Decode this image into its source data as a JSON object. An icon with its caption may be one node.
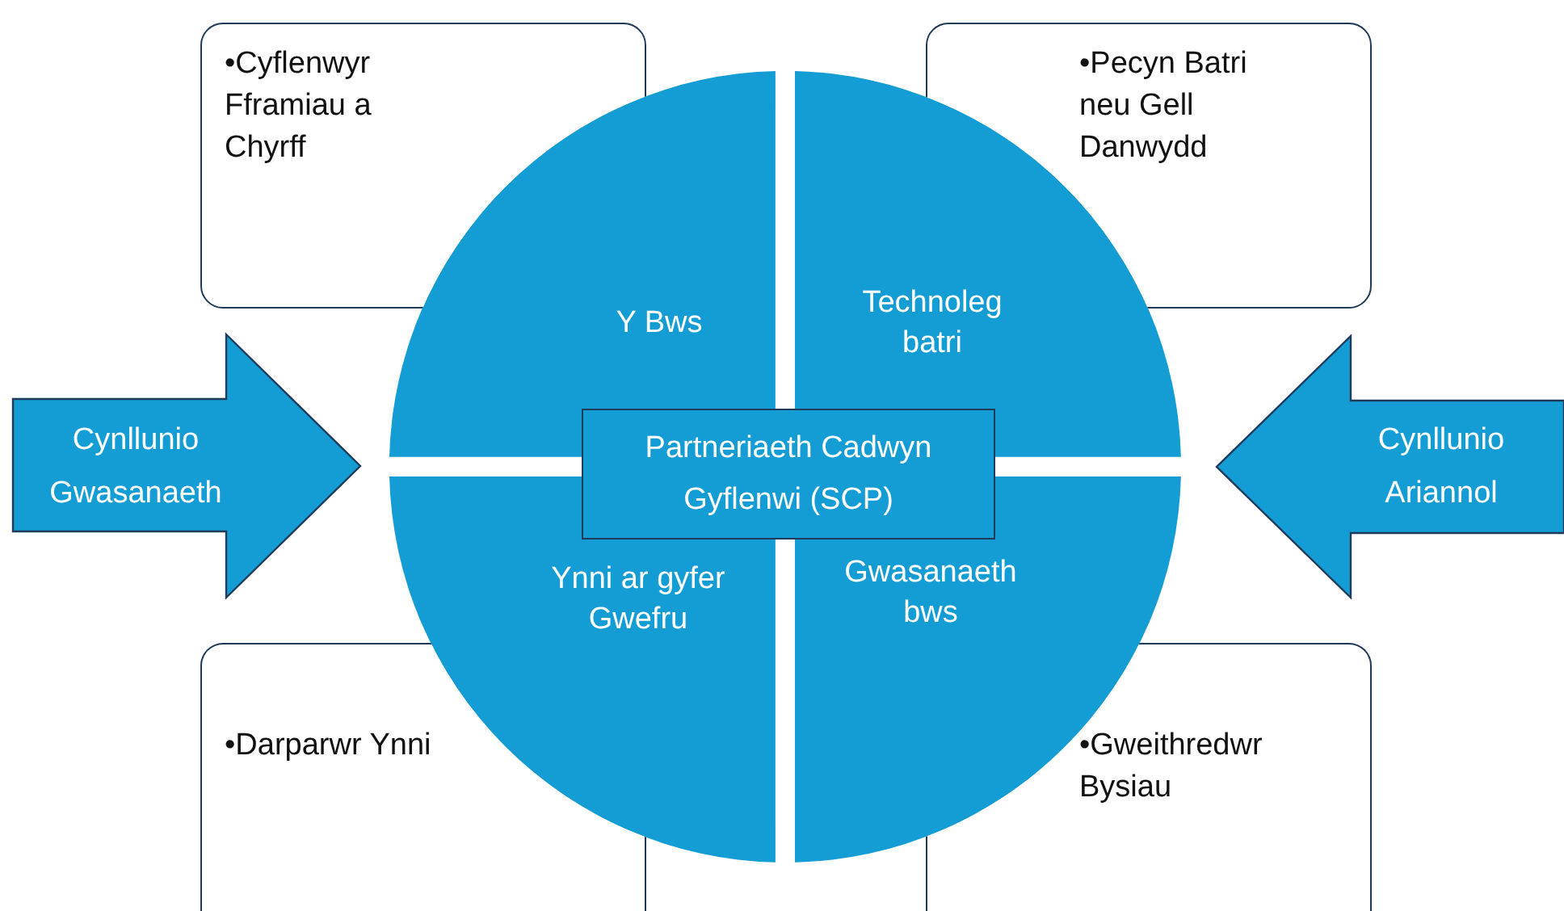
{
  "diagram": {
    "nodes": [
      {
        "text": [
          "•Cyflenwyr Fframiau a Chyrff"
        ]
      },
      {
        "text": [
          "•Pecyn Batri neu Gell Danwydd"
        ]
      },
      {
        "text": [
          "Y Bws"
        ]
      },
      {
        "text": [
          "Technoleg batri"
        ]
      },
      {
        "text": [
          "Cynllunio Gwasanaeth"
        ]
      },
      {
        "text": [
          "Partneriaeth Cadwyn Gyflenwi (SCP)"
        ]
      },
      {
        "text": [
          "Cynllunio Ariannol"
        ]
      },
      {
        "text": [
          "Ynni ar gyfer Gwefru"
        ]
      },
      {
        "text": [
          "Gwasanaeth bws"
        ]
      },
      {
        "text": [
          "•Darparwr Ynni"
        ]
      },
      {
        "text": [
          "•Gweithredwr Bysiau"
        ]
      }
    ]
  }
}
